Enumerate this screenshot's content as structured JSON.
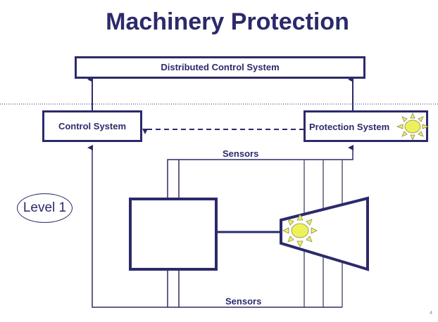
{
  "title": "Machinery Protection",
  "blocks": {
    "dcs": "Distributed Control System",
    "control": "Control System",
    "protection": "Protection System"
  },
  "sensors_top": "Sensors",
  "sensors_bottom": "Sensors",
  "level": "Level 1",
  "page_number": "4",
  "colors": {
    "primary": "#2b2a6b",
    "highlight": "#eef25a"
  },
  "icons": {
    "alarm": "sun-burst-icon"
  }
}
